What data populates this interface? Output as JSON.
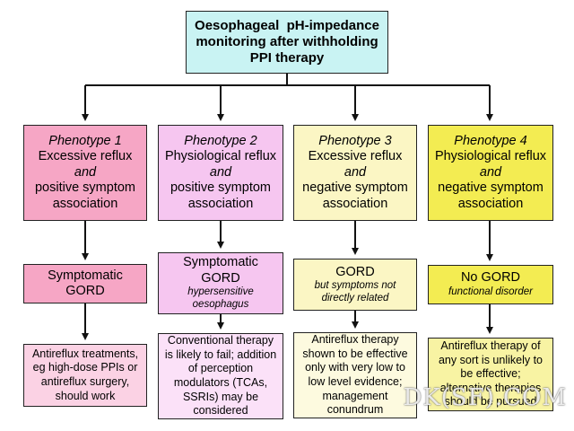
{
  "top": {
    "line1": "Oesophageal  pH-impedance",
    "line2": "monitoring after withholding",
    "line3": "PPI therapy"
  },
  "phenotypes": [
    {
      "title": "Phenotype 1",
      "l1": "Excessive reflux",
      "and": "and",
      "l2": "positive symptom",
      "l3": "association"
    },
    {
      "title": "Phenotype 2",
      "l1": "Physiological reflux",
      "and": "and",
      "l2": "positive symptom",
      "l3": "association"
    },
    {
      "title": "Phenotype 3",
      "l1": "Excessive reflux",
      "and": "and",
      "l2": "negative symptom",
      "l3": "association"
    },
    {
      "title": "Phenotype 4",
      "l1": "Physiological reflux",
      "and": "and",
      "l2": "negative symptom",
      "l3": "association"
    }
  ],
  "diagnoses": [
    {
      "l1": "Symptomatic",
      "l2": "GORD",
      "s1": "",
      "s2": ""
    },
    {
      "l1": "Symptomatic",
      "l2": "GORD",
      "s1": "hypersensitive",
      "s2": "oesophagus"
    },
    {
      "l1": "GORD",
      "l2": "",
      "s1": "but symptoms not",
      "s2": "directly related"
    },
    {
      "l1": "No GORD",
      "l2": "",
      "s1": "functional disorder",
      "s2": ""
    }
  ],
  "treatments": [
    [
      "Antireflux treatments,",
      "eg high-dose PPIs or",
      "antireflux surgery,",
      "should work"
    ],
    [
      "Conventional therapy",
      "is likely to fail; addition",
      "of perception",
      "modulators (TCAs,",
      "SSRIs) may be",
      "considered"
    ],
    [
      "Antireflux therapy",
      "shown to be effective",
      "only with very low to",
      "low level evidence;",
      "management",
      "conundrum"
    ],
    [
      "Antireflux therapy of",
      "any sort is unlikely to",
      "be effective;",
      "alternative therapies",
      "should be pursued"
    ]
  ],
  "watermark": "DK(SF).COM",
  "colors": {
    "top": "#c9f3f3",
    "pheno": [
      "#f6a6c5",
      "#f6c6f0",
      "#fbf6c4",
      "#f3ec52"
    ],
    "light": [
      "#fbd2e4",
      "#fbe1f8",
      "#fdfadf",
      "#f8f3a3"
    ]
  }
}
